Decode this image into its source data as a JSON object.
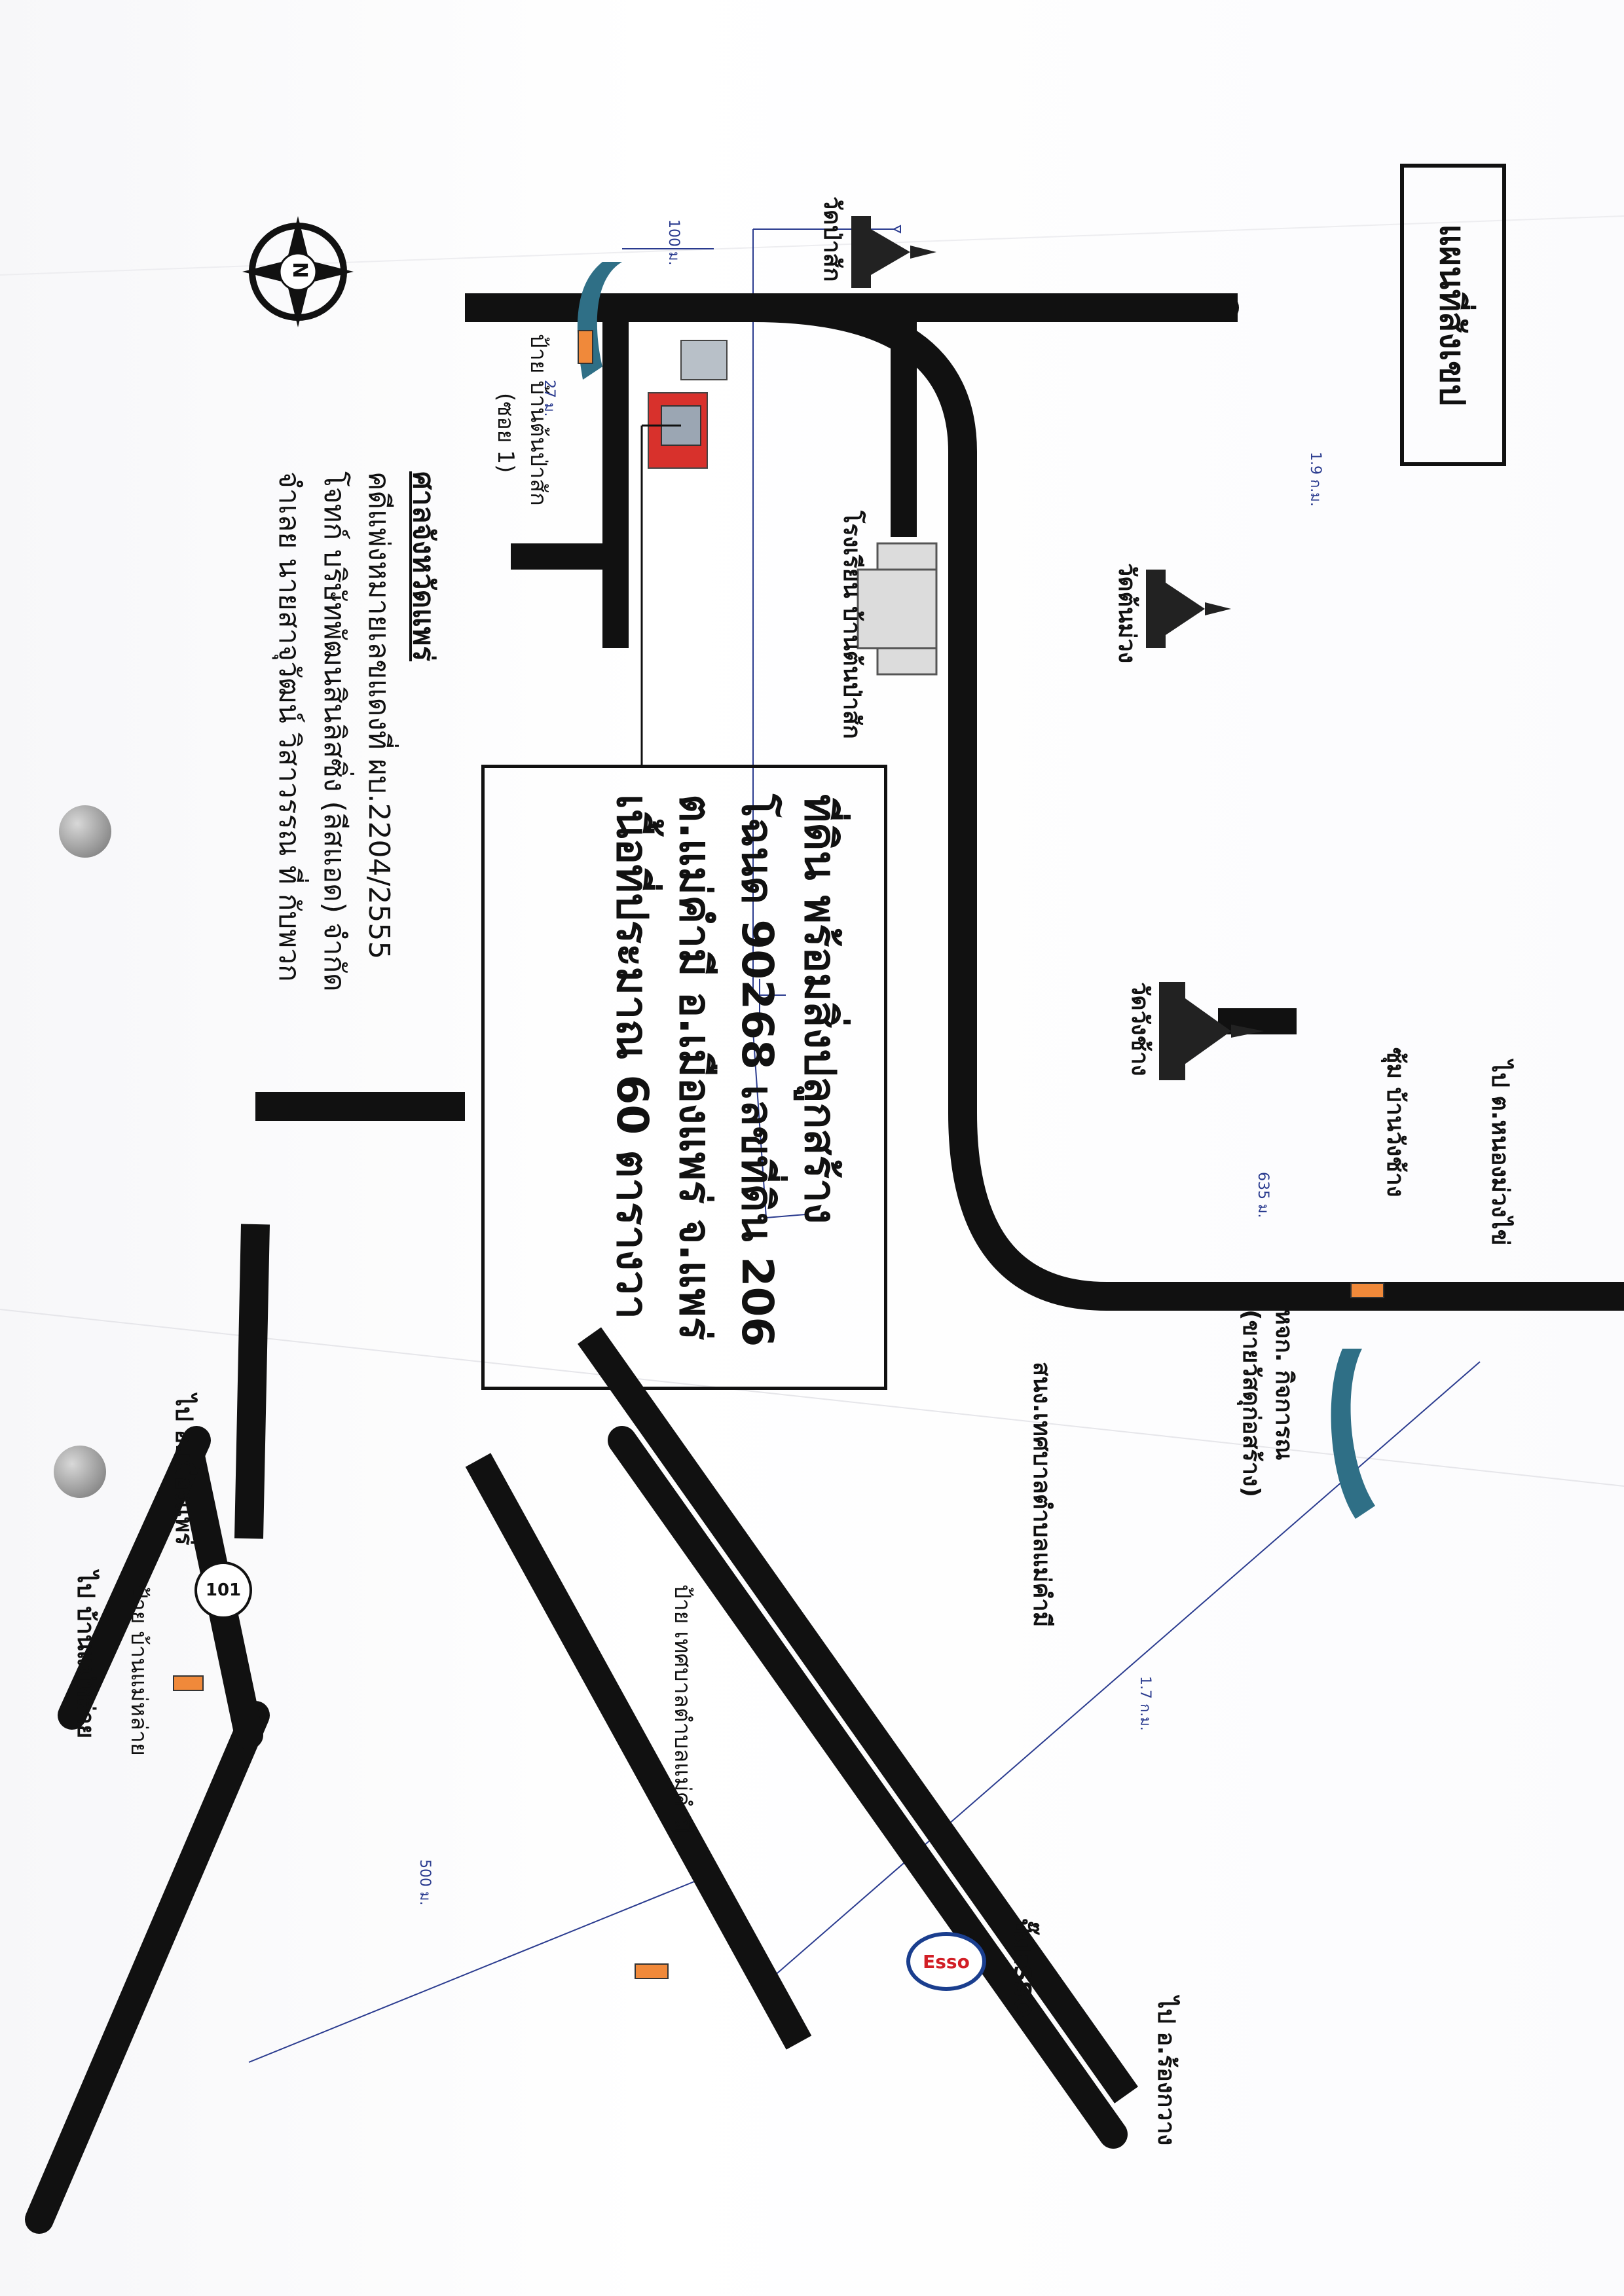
{
  "map": {
    "title": "แผนที่สังเขป",
    "compass_letter": "N",
    "info_box": {
      "line1": "ที่ดิน พร้อมสิ่งปลูกสร้าง",
      "line2": "โฉนด 90268 เลขที่ดิน 206",
      "line3": "ต.แม่คำมี อ.เมืองแพร่ จ.แพร่",
      "line4": "เนื้อที่ประมาณ 60 ตารางวา"
    },
    "court": {
      "heading": "ศาลจังหวัดแพร่",
      "line1": "คดีแพ่งหมายเลขแดงที่ ผบ.2204/2555",
      "line2": "โจทก์  บริษัทพัฒนสินลิสซิ่ง (ลีสแอด) จำกัด",
      "line3": "จำเลย  นายสาจุวัฒน์  วิสาวรรณ ที่ กับพวก"
    },
    "labels": {
      "wat_pa_sak": "วัดป่าสัก",
      "wat_ton_muang": "วัดต้นม่วง",
      "wat_wang_chang": "วัดวังช้าง",
      "school": "โรงเรียน บ้านต้นป่าสัก",
      "sign_ban_ton_pa_sak": "ป้าย บ้านต้นป่าสัก",
      "soi": "(ซอย 1)",
      "arch_ban_wang_chang": "ซุ้ม บ้านวังช้าง",
      "to_nong_muang_khai": "ไป ต.หนองม่วงไข่",
      "police": "หจก. กิจการณ",
      "police_sub": "(ขายวัสดุก่อสร้าง)",
      "municipality_office": "สนง.เทศบาลตำบลแม่คำมี",
      "sign_municipality": "ป้าย เทศบาลตำบลแม่คำมี",
      "esso": "ปั๊มESSO",
      "to_rong_kwang": "ไป อ.ร้องกวาง",
      "to_mueang_phrae": "ไป อ.เมืองแพร่",
      "sign_ban_mae_lai": "ป้าย บ้านแม่หล่าย",
      "to_ban_mae_lai": "ไป บ้านแม่หล่าย",
      "road_number": "101",
      "esso_logo": "Esso"
    },
    "distances": {
      "d100": "100 ม.",
      "d27": "27 ม.",
      "d19": "1.9 ก.ม.",
      "d635": "635 ม.",
      "d17": "1.7 ก.ม.",
      "d500": "500 ม."
    },
    "colors": {
      "road": "#111111",
      "water": "#2f6f86",
      "distance_line": "#2a3b8f",
      "sign": "#f0893a",
      "target_building": "#d8312c"
    }
  }
}
